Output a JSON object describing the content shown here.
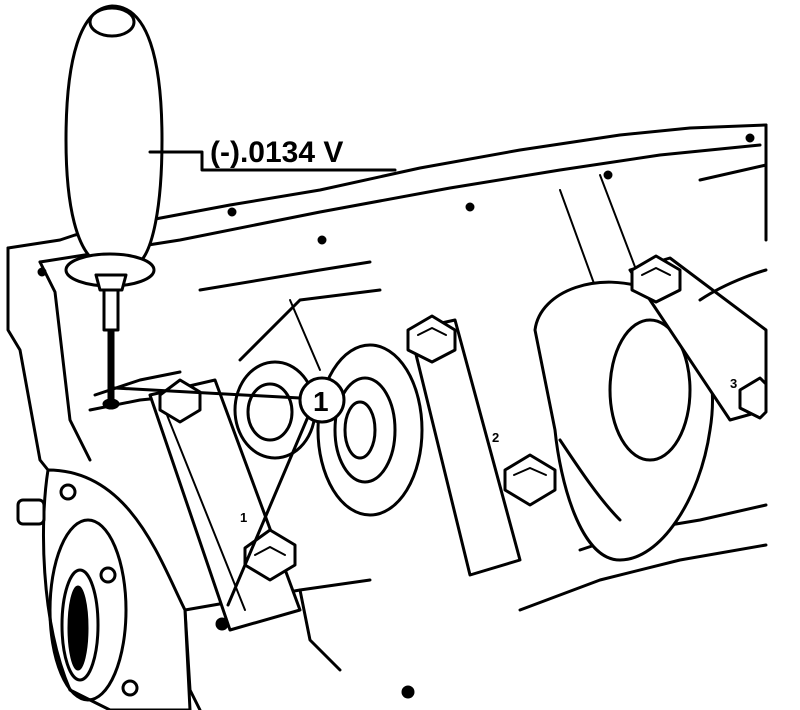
{
  "tool": {
    "part_number": "(-).0134 V"
  },
  "callouts": [
    {
      "label": "1"
    }
  ],
  "bearing_numbers": [
    "1",
    "2",
    "3"
  ]
}
